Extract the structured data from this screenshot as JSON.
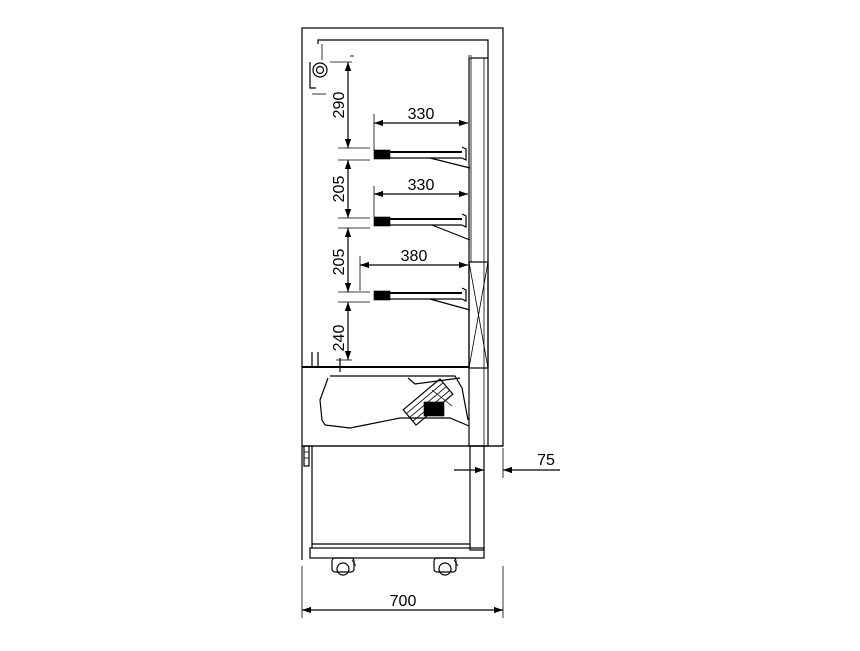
{
  "dimensions": {
    "top_clearance": "290",
    "shelf_gap_1": "205",
    "shelf_gap_2": "205",
    "bottom_clearance": "240",
    "shelf_depth_1": "330",
    "shelf_depth_2": "330",
    "shelf_depth_3": "380",
    "back_offset": "75",
    "overall_width": "700"
  },
  "colors": {
    "line": "#000000",
    "background": "#ffffff"
  }
}
